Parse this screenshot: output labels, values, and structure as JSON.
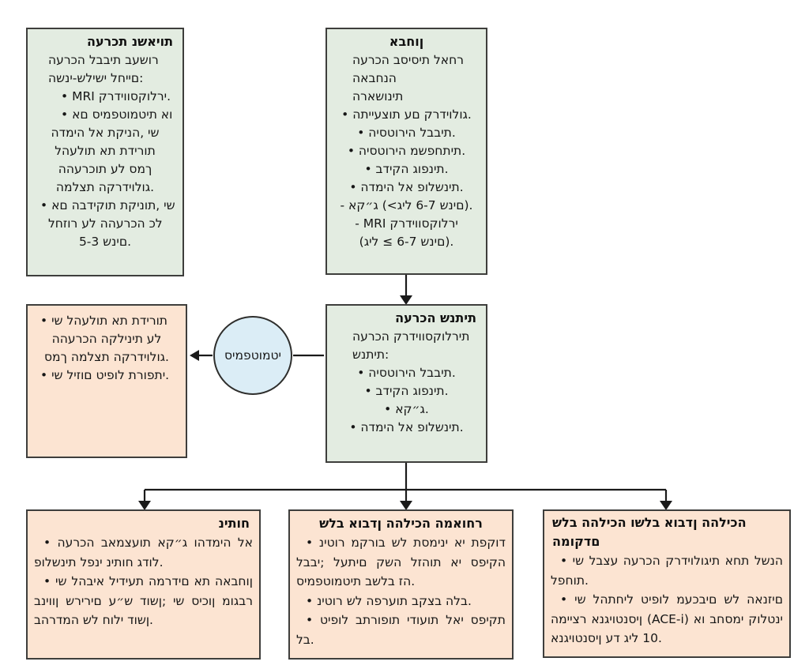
{
  "diagram_title": "DMD cardiac care flowchart",
  "colors": {
    "box_green": "#e3ece1",
    "box_orange": "#fce4d2",
    "circle_blue": "#dbedf6",
    "border": "#3e3e3c",
    "line": "#1a1a1a",
    "text": "#161616"
  },
  "circle": {
    "label": "סימפטומטי"
  },
  "boxes": {
    "carrier": {
      "title": "הערכת נשאיות",
      "lines": [
        "הערכה לבבית בעשור",
        "השני-שלישי לחיים:",
        "• MRI קרדיווסקולרי.",
        "• אם סימפטומטית או",
        "הדמיה לא תקינה, יש",
        "להעלות את תדירות",
        "ההערכות על סמך",
        "המלצת הקרדיולוג.",
        "• אם הבדיקות תקינות, יש",
        "לחזור על ההערכה כל",
        "5-3 שנים."
      ]
    },
    "diagnosis": {
      "title": "אבחון",
      "lines": [
        "הערכה בסיסית לאחר",
        "האבחנה",
        "הראשונית",
        "• התייעצות עם קרדיולוג.",
        "• היסטוריה לבבית.",
        "• היסטוריה משפחתית.",
        "• בדיקה גופנית.",
        "• הדמיה לא פולשנית.",
        "- אק״ג (<גיל 6-7 שנים).",
        "- MRI קרדיווסקולרי",
        "(גיל ≤ 6-7 שנים)."
      ]
    },
    "annual": {
      "title": "הערכה שנתית",
      "lines": [
        "הערכה קרדיווסקולרית",
        "שנתית:",
        "• היסטוריה לבבית.",
        "• בדיקה גופנית.",
        "• אק״ג.",
        "• הדמיה לא פולשנית."
      ]
    },
    "clinical_note": {
      "lines": [
        "• יש להעלות את תדירות",
        "ההערכה הקלינית על",
        "סמך המלצת הקרדיולוג.",
        "• יש ליזום טיפול תרופתי."
      ]
    },
    "surgery": {
      "title": "ניתוח",
      "bullets": [
        "הערכה באמצעות אק״ג והדמיה לא פולשנית לפני ניתוח גדול.",
        "יש להביא לידיעת המרדים את האבחון בניוון שרירים ע״ש דושן; יש סיכון מוגבר בהרדמה של חולי דושן."
      ]
    },
    "late_ambulatory": {
      "title": "שלב אובדן ההליכה המאוחר",
      "bullets": [
        "ניטור מקרוב של תסמיני אי תפקוד לבבי; לעתים קשה לזהות אי ספיקה סימפטומטית בשלב זה.",
        "ניטור של הפרעות בקצב הלב.",
        "טיפול בתרופות ידועות לאי ספיקת לב."
      ]
    },
    "early_ambulatory": {
      "title": "שלב ההליכה ושלב אובדן ההליכה המוקדם",
      "bullets": [
        "יש לבצע הערכה קרדיולוגית אחת לשנה לפחות.",
        "יש להתחיל טיפול מעכבים של האנזים המייצר אנגיוטנסין (ACE-i) או בחסמי קולטני אנגיוטנסין עד גיל 10."
      ]
    }
  }
}
